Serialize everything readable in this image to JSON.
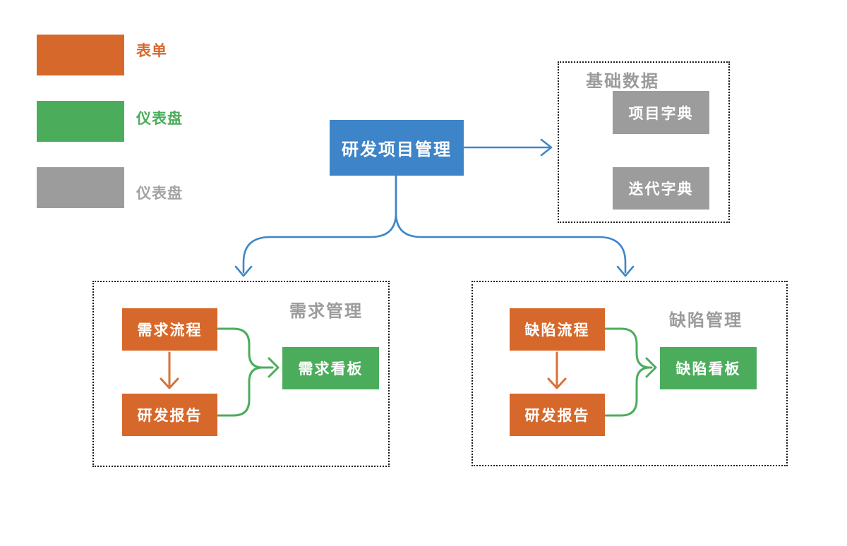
{
  "legend": {
    "items": [
      {
        "label": "表单",
        "type": "form",
        "color": "#d6682b"
      },
      {
        "label": "仪表盘",
        "type": "dashboard",
        "color": "#4bad5c"
      },
      {
        "label": "仪表盘",
        "type": "dashboard-gray",
        "color": "#9c9c9c"
      }
    ]
  },
  "root": {
    "label": "研发项目管理",
    "color": "#3d85c8"
  },
  "groups": {
    "basic_data": {
      "title": "基础数据",
      "nodes": [
        {
          "label": "项目字典",
          "color": "#9c9c9c"
        },
        {
          "label": "迭代字典",
          "color": "#9c9c9c"
        }
      ]
    },
    "requirements": {
      "title": "需求管理",
      "nodes": [
        {
          "label": "需求流程",
          "color": "#d6682b"
        },
        {
          "label": "研发报告",
          "color": "#d6682b"
        },
        {
          "label": "需求看板",
          "color": "#4bad5c"
        }
      ]
    },
    "defects": {
      "title": "缺陷管理",
      "nodes": [
        {
          "label": "缺陷流程",
          "color": "#d6682b"
        },
        {
          "label": "研发报告",
          "color": "#d6682b"
        },
        {
          "label": "缺陷看板",
          "color": "#4bad5c"
        }
      ]
    }
  },
  "colors": {
    "form_orange": "#d6682b",
    "dashboard_green": "#4bad5c",
    "data_gray": "#9c9c9c",
    "root_blue": "#3d85c8",
    "connector_blue": "#3e86c9",
    "arrow_orange": "#da7036",
    "arrow_green": "#4bad5c",
    "title_gray": "#9b9b9b"
  }
}
